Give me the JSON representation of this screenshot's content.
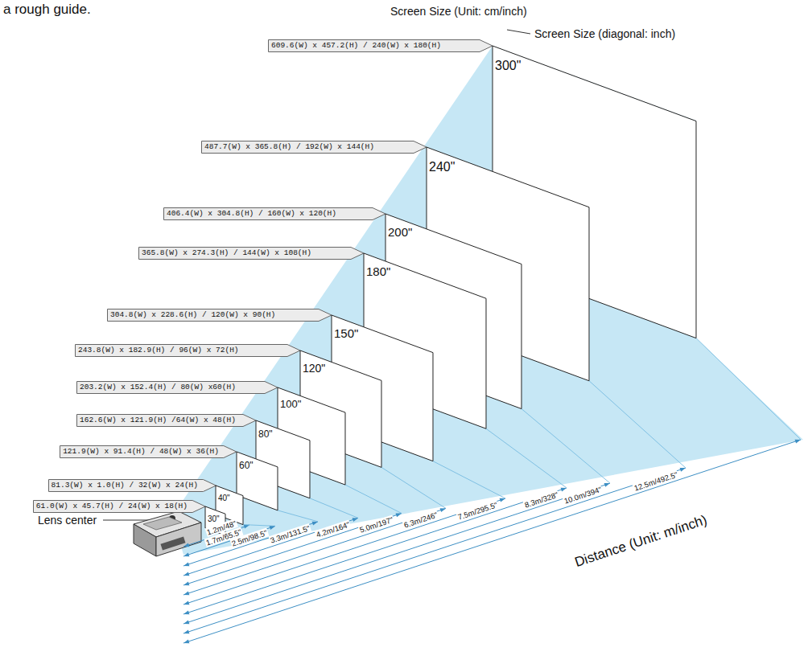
{
  "diagram": {
    "nodes": [
      {
        "text": [
          "609.6(W) x 457.2(H) / 240(W) x 180(H)"
        ]
      },
      {
        "text": [
          "300\""
        ]
      },
      {
        "text": [
          "487.7(W) x 365.8(H) / 192(W) x 144(H)"
        ]
      },
      {
        "text": [
          "240\""
        ]
      },
      {
        "text": [
          "406.4(W) x 304.8(H) / 160(W) x 120(H)"
        ]
      },
      {
        "text": [
          "200\""
        ]
      },
      {
        "text": [
          "365.8(W) x 274.3(H) / 144(W) x 108(H)"
        ]
      },
      {
        "text": [
          "180\""
        ]
      },
      {
        "text": [
          "304.8(W) x 228.6(H) / 120(W) x 90(H)"
        ]
      },
      {
        "text": [
          "150\""
        ]
      },
      {
        "text": [
          "243.8(W) x 182.9(H) / 96(W) x 72(H)"
        ]
      },
      {
        "text": [
          "120\""
        ]
      },
      {
        "text": [
          "203.2(W) x 152.4(H) / 80(W) x60(H)"
        ]
      },
      {
        "text": [
          "100\""
        ]
      },
      {
        "text": [
          "162.6(W) x 121.9(H) /64(W) x 48(H)"
        ]
      },
      {
        "text": [
          "80\""
        ]
      },
      {
        "text": [
          "121.9(W) x 91.4(H) / 48(W) x 36(H)"
        ]
      },
      {
        "text": [
          "60\""
        ]
      },
      {
        "text": [
          "81.3(W) x 1.0(H) / 32(W) x 24(H)"
        ]
      },
      {
        "text": [
          "40\""
        ]
      },
      {
        "text": [
          "61.0(W) x 45.7(H) / 24(W) x 18(H)"
        ]
      },
      {
        "text": [
          "30\""
        ]
      }
    ],
    "labels": [
      "a rough guide.",
      "Screen Size (Unit: cm/inch)",
      "Screen Size (diagonal: inch)",
      "Lens center",
      "1.2m/48\"",
      "1.7m/65.5\"",
      "2.5m/98.5\"",
      "3.3m/131.5\"",
      "4.2m/164\"",
      "5.0m/197\"",
      "6.3m/246\"",
      "7.5m/295.5\"",
      "8.3m/328\"",
      "10.0m/394\"",
      "12.5m/492.5\"",
      "Distance (Unit: m/inch)"
    ]
  }
}
